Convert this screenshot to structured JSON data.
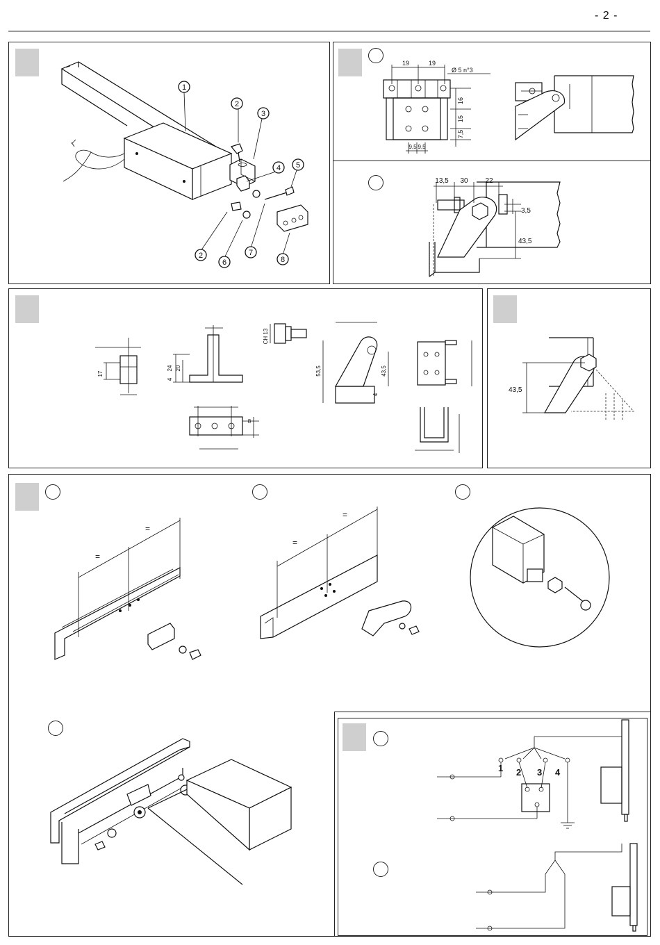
{
  "page": {
    "number": "- 2 -"
  },
  "fig_assembly": {
    "callouts": [
      "1",
      "2",
      "3",
      "4",
      "5",
      "2",
      "6",
      "7",
      "8"
    ]
  },
  "fig_bracket_dims": {
    "dims": [
      "19",
      "19",
      "Ø 5 n°3",
      "16",
      "15",
      "7,5",
      "9,5",
      "9,5"
    ]
  },
  "fig_arm_dims": {
    "dims": [
      "13,5",
      "30",
      "22",
      "3,5",
      "43,5"
    ]
  },
  "fig_parts": {
    "dims": [
      "17",
      "24",
      "20",
      "4",
      "8",
      "CH 13",
      "53,5",
      "43,5",
      "4"
    ]
  },
  "fig_arm_side": {
    "dims": [
      "43,5"
    ]
  },
  "fig_install": {
    "equal_marks": [
      "=",
      "=",
      "=",
      "="
    ]
  },
  "fig_wiring": {
    "terminals": [
      "1",
      "2",
      "3",
      "4"
    ]
  }
}
